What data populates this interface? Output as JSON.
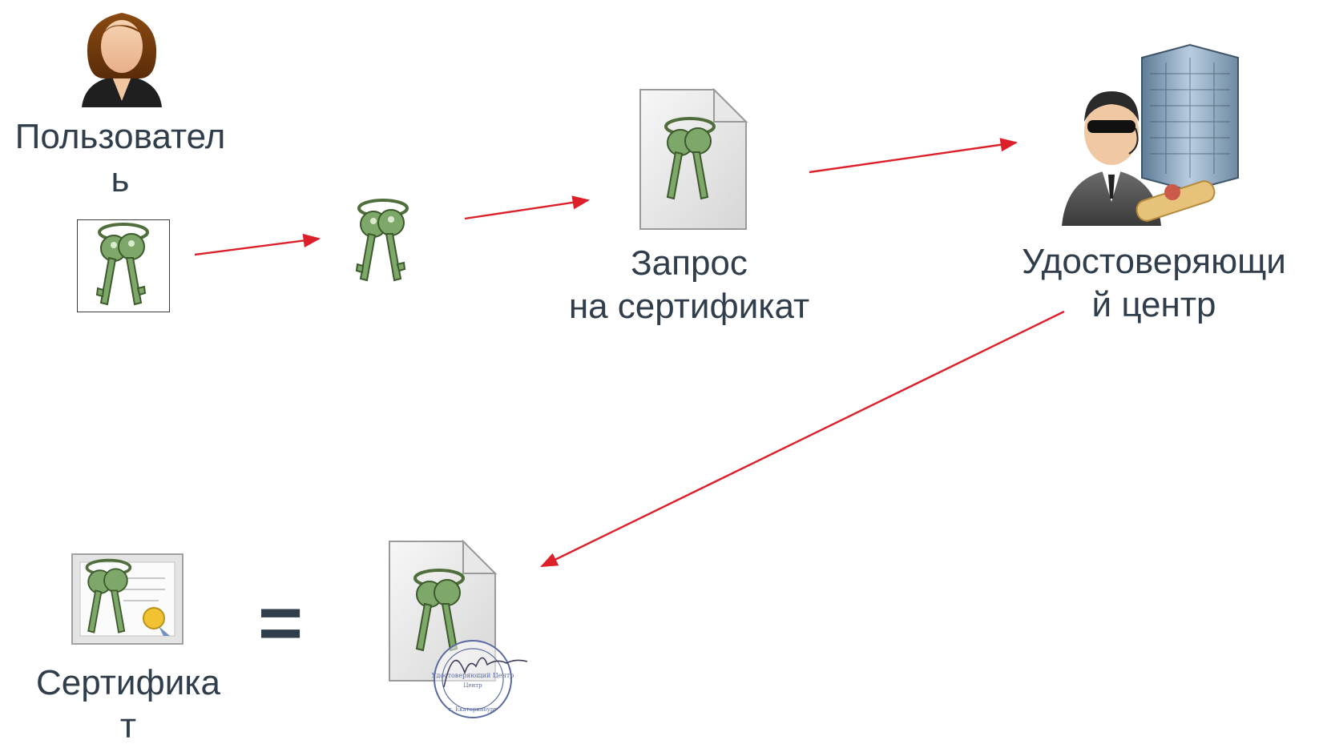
{
  "labels": {
    "user_line1": "Пользовател",
    "user_line2": "ь",
    "request_line1": "Запрос",
    "request_line2": "на сертификат",
    "ca_line1": "Удостоверяющи",
    "ca_line2": "й центр",
    "cert_line1": "Сертифика",
    "cert_line2": "т",
    "equals": "="
  },
  "stamp_text": {
    "ring": "Удостоверяющий Центр",
    "center": "Центр",
    "city": "г. Екатеринбург"
  },
  "colors": {
    "arrow": "#dd1f2a",
    "text": "#303d4a",
    "key": "#7ea86a"
  },
  "icons": [
    "user-avatar-icon",
    "key-pair-icon",
    "keys-icon",
    "certificate-request-icon",
    "certification-authority-icon",
    "certificate-icon",
    "signed-certificate-icon",
    "stamp-icon"
  ]
}
